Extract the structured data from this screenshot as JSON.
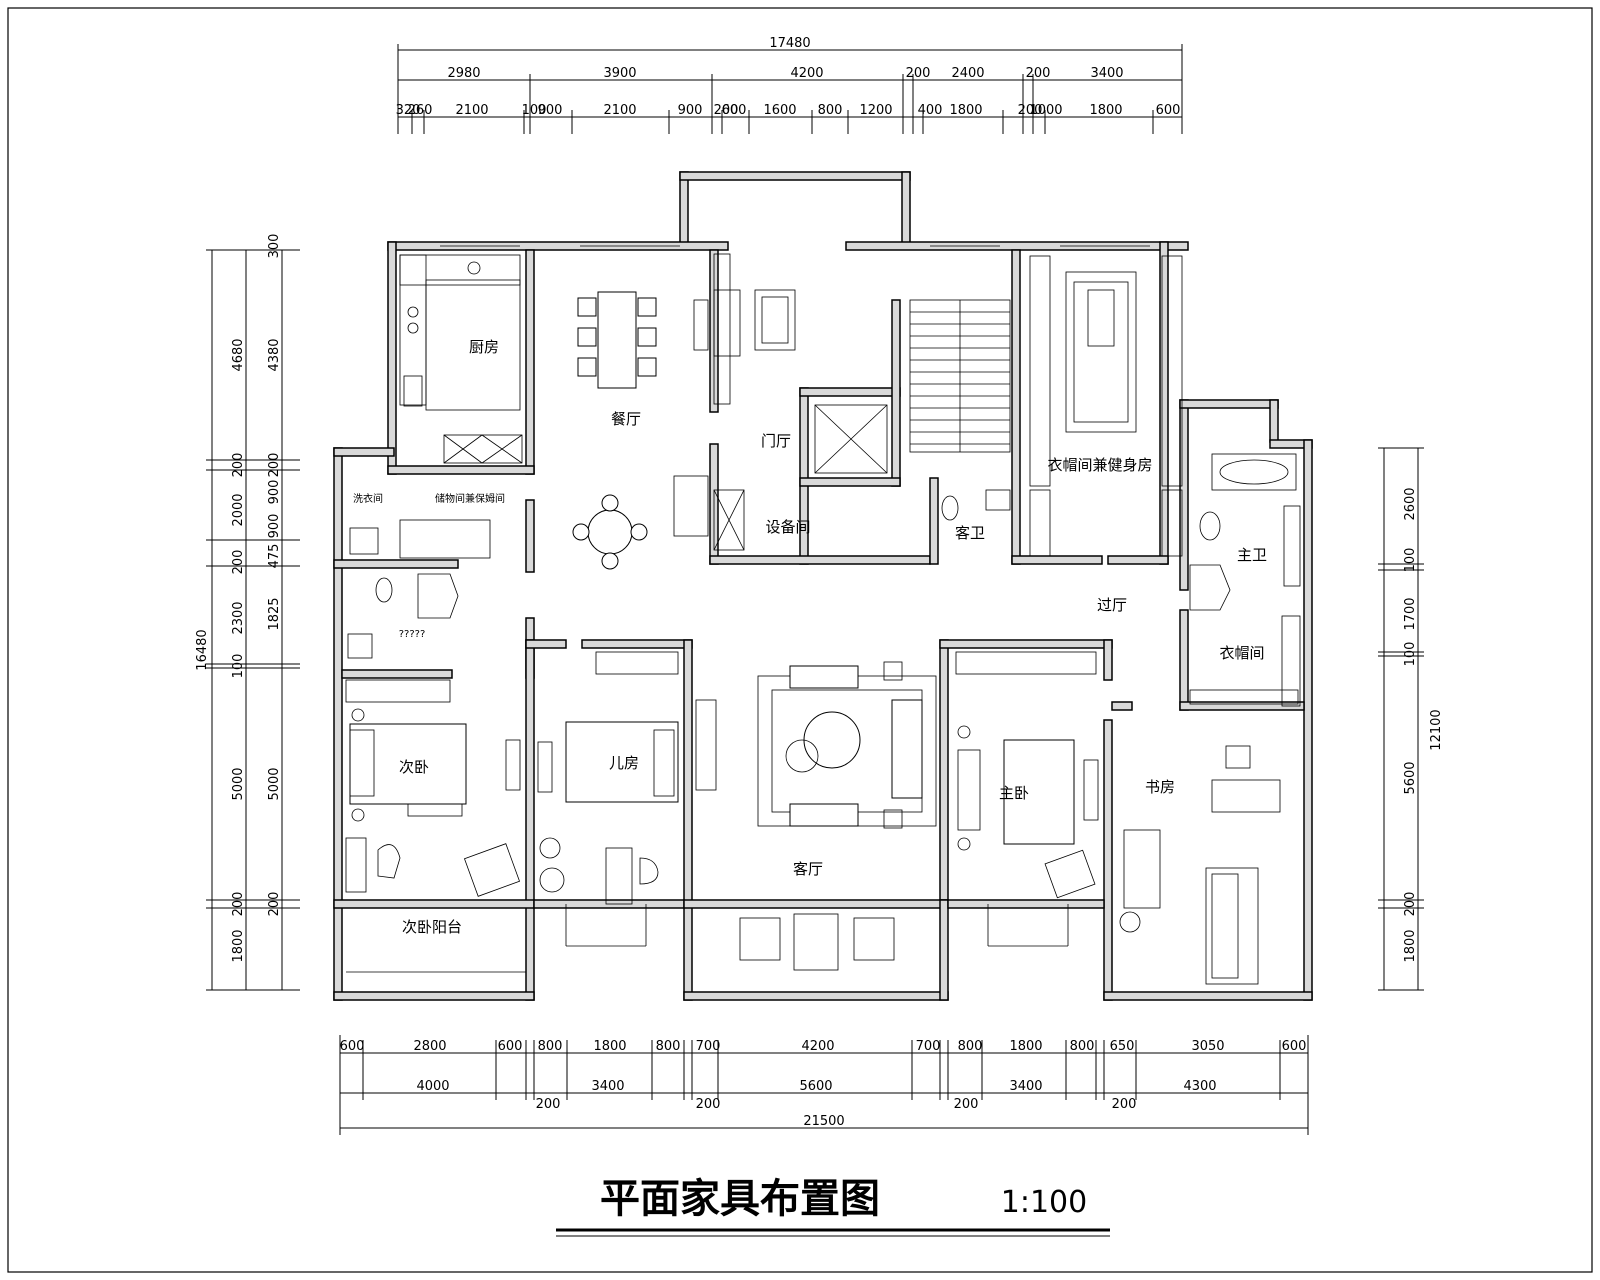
{
  "title": "平面家具布置图",
  "scale": "1:100",
  "rooms": {
    "kitchen": "厨房",
    "dining": "餐厅",
    "foyer": "门厅",
    "equipment": "设备间",
    "guest_bath": "客卫",
    "cloak_gym": "衣帽间兼健身房",
    "master_bath": "主卫",
    "hall": "过厅",
    "cloakroom": "衣帽间",
    "laundry": "洗衣间",
    "maid_room": "储物间兼保姆间",
    "second_bed": "次卧",
    "kids_room": "儿房",
    "living": "客厅",
    "master_bed": "主卧",
    "study": "书房",
    "second_balcony": "次卧阳台",
    "unknown_label": "?????"
  },
  "dims_top_total": "17480",
  "dims_top_row1": [
    "2980",
    "3900",
    "4200",
    "200",
    "2400",
    "200",
    "3400"
  ],
  "dims_top_row2": [
    "320",
    "260",
    "2100",
    "100",
    "900",
    "2100",
    "900",
    "200",
    "600",
    "1600",
    "800",
    "1200",
    "400",
    "1800",
    "200",
    "1000",
    "1800",
    "600"
  ],
  "dims_bottom_row1": [
    "600",
    "2800",
    "600",
    "800",
    "1800",
    "800",
    "700",
    "4200",
    "700",
    "800",
    "1800",
    "800",
    "650",
    "3050",
    "600"
  ],
  "dims_bottom_row2": [
    "4000",
    "3400",
    "5600",
    "3400",
    "4300"
  ],
  "dims_bottom_small": [
    "200",
    "200",
    "200",
    "200"
  ],
  "dims_bottom_total": "21500",
  "dims_left_outer": [
    "4680",
    "200",
    "2000",
    "200",
    "2300",
    "100",
    "5000",
    "200",
    "1800"
  ],
  "dims_left_inner": [
    "300",
    "4380",
    "200",
    "900",
    "900",
    "475",
    "1825",
    "5000",
    "200"
  ],
  "dims_left_total": "16480",
  "dims_right_outer": [
    "12100"
  ],
  "dims_right_inner": [
    "2600",
    "100",
    "1700",
    "100",
    "5600",
    "200",
    "1800"
  ]
}
